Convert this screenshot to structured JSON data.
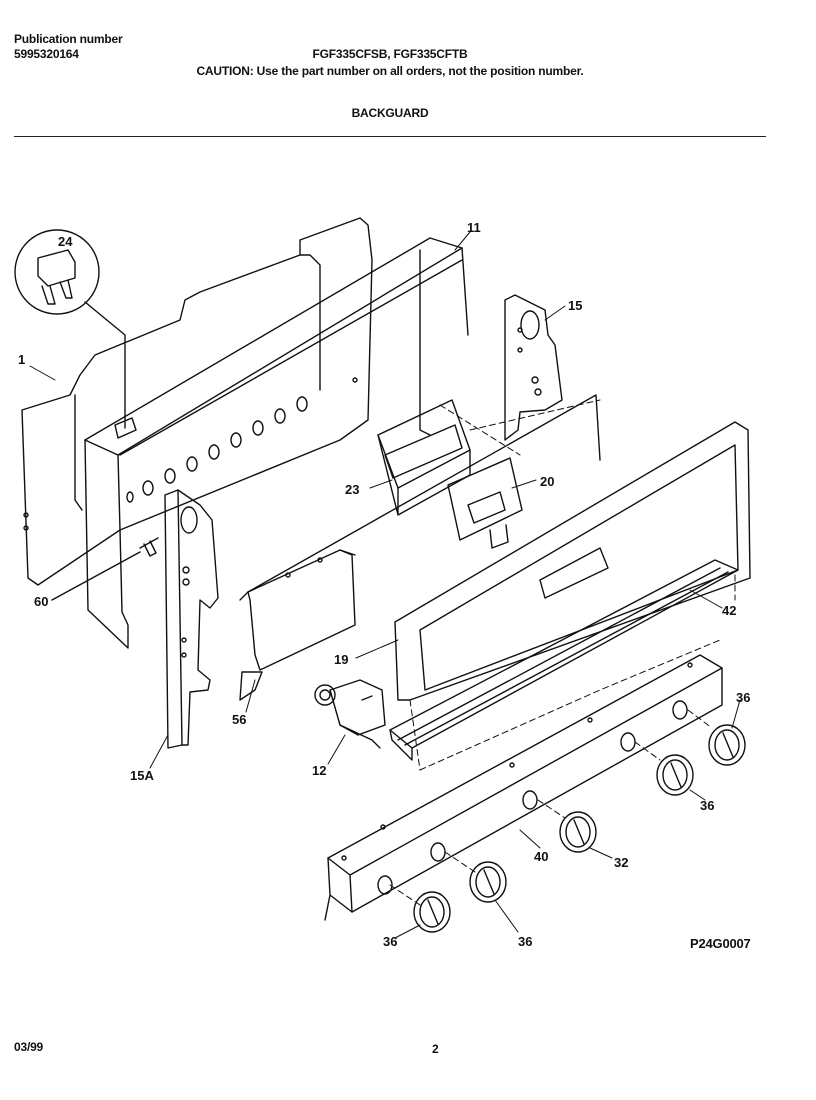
{
  "header": {
    "publication_label": "Publication number",
    "publication_number": "5995320164",
    "models": "FGF335CFSB, FGF335CFTB",
    "caution": "CAUTION:  Use the part number on all orders, not the position number.",
    "section_title": "BACKGUARD"
  },
  "diagram": {
    "drawing_code": "P24G0007",
    "callouts": {
      "c1": "1",
      "c11": "11",
      "c12": "12",
      "c15": "15",
      "c15a": "15A",
      "c19": "19",
      "c20": "20",
      "c23": "23",
      "c24": "24",
      "c32": "32",
      "c36a": "36",
      "c36b": "36",
      "c36c": "36",
      "c36d": "36",
      "c40": "40",
      "c42": "42",
      "c56": "56",
      "c60": "60"
    }
  },
  "footer": {
    "date": "03/99",
    "page": "2"
  }
}
